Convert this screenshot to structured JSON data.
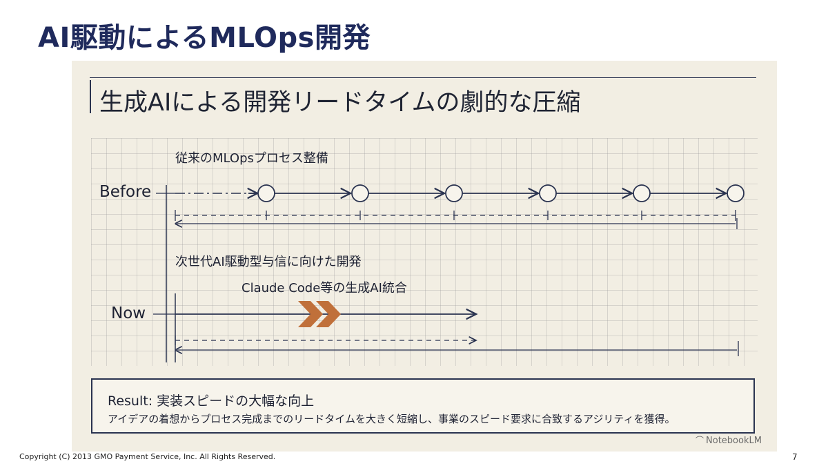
{
  "slide": {
    "title": "AI駆動によるMLOps開発",
    "footer": "Copyright (C) 2013 GMO Payment Service, Inc. All Rights Reserved.",
    "page_number": "7"
  },
  "panel": {
    "title": "生成AIによる開発リードタイムの劇的な圧縮",
    "before_caption": "従来のMLOpsプロセス整備",
    "before_label": "Before",
    "now_caption": "次世代AI駆動型与信に向けた開発",
    "now_sub_caption": "Claude Code等の生成AI統合",
    "now_label": "Now",
    "result_title": "Result: 実装スピードの大幅な向上",
    "result_body": "アイデアの着想からプロセス完成までのリードタイムを大きく短縮し、事業のスピード要求に合致するアジリティを獲得。",
    "watermark": "NotebookLM",
    "watermark_icon": "notebooklm-logo-icon"
  },
  "colors": {
    "title": "#1f2a5c",
    "line": "#2a3350",
    "accent": "#c0703a",
    "panel_bg": "#f2eee3"
  }
}
